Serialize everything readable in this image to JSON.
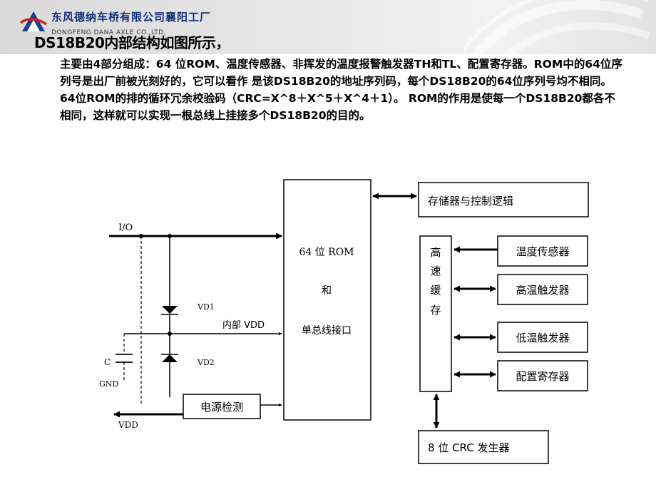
{
  "header": {
    "company": "东风德纳车桥有限公司襄阳工厂",
    "company_sub": "DONGFENG DANA AXLE CO.,LTD."
  },
  "slide": {
    "title": "DS18B20内部结构如图所示，",
    "paragraph": "主要由4部分组成：64 位ROM、温度传感器、非挥发的温度报警触发器TH和TL、配置寄存器。ROM中的64位序列号是出厂前被光刻好的，它可以看作 是该DS18B20的地址序列码，每个DS18B20的64位序列号均不相同。64位ROM的排的循环冗余校验码（CRC=X^8＋X^5＋X^4＋1）。 ROM的作用是使每一个DS18B20都各不相同，这样就可以实现一根总线上挂接多个DS18B20的目的。"
  },
  "diagram": {
    "io": "I/O",
    "vd1": "VD1",
    "vd2": "VD2",
    "internal_vdd": "内部 VDD",
    "c": "C",
    "gnd": "GND",
    "vdd": "VDD",
    "power_detect": "电源检测",
    "rom_line1": "64 位 ROM",
    "rom_line2": "和",
    "rom_line3": "单总线接口",
    "memory": "存储器与控制逻辑",
    "cache_1": "高",
    "cache_2": "速",
    "cache_3": "缓",
    "cache_4": "存",
    "temp_sensor": "温度传感器",
    "high_trigger": "高温触发器",
    "low_trigger": "低温触发器",
    "config_reg": "配置寄存器",
    "crc": "8 位 CRC 发生器"
  }
}
